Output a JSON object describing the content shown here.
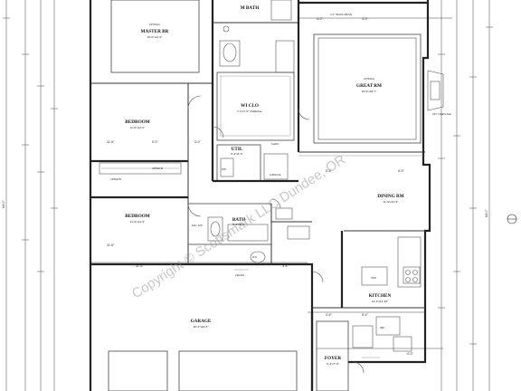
{
  "rooms": {
    "master_br": {
      "option": "OPTIONAL",
      "name": "MASTER BR",
      "dim": "15'-0\"x14'-0\""
    },
    "m_bath": {
      "name": "M BATH"
    },
    "great_rm": {
      "option": "OPTIONAL",
      "name": "GREAT RM",
      "dim": "19'-9\"x18'-7\""
    },
    "wi_clo": {
      "name": "WI CLO",
      "dim": "7'-4\"x7'-0\" OVERALL"
    },
    "bedroom1": {
      "name": "BEDROOM",
      "dim": "11'-6\"x12'-0\""
    },
    "util": {
      "name": "UTIL",
      "dim": "5'-4\"x4'-6\""
    },
    "dining_rm": {
      "name": "DINING RM",
      "dim": "11'-9\"x12'-0\""
    },
    "bedroom2": {
      "name": "BEDROOM",
      "dim": "11'-6\"x11'-4\""
    },
    "bath": {
      "name": "BATH",
      "dim": "5'-0\"x9'-0\""
    },
    "kitchen": {
      "name": "KITCHEN",
      "dim": "12'-4\"x11'-10\""
    },
    "garage": {
      "name": "GARAGE",
      "dim": "20'-4\"x23'-6\""
    },
    "foyer": {
      "name": "FOYER",
      "dim": "5'-4\"x7'-0\""
    }
  },
  "notes": {
    "ceiling": "CEILING",
    "upper_bi": "UPPER BI",
    "upper_bi2": "UPPER BI",
    "furnace": "FURNACE",
    "ref": "REF",
    "opt_fireplace": "OPT. FIREPLACE",
    "washer": "W/D",
    "water_htr": "W.H.",
    "sink": "SINK",
    "bath_fan": "EXH. FAN",
    "shelf": "SH&PL",
    "trans_above": "4'-0\" TRANS ABOVE"
  },
  "watermark": "Copyright © Scottsmark LLC Dundee, OR",
  "dimensions": {
    "overall_left": "64'-0\"",
    "overall_right": "64'-0\"",
    "top_a": "4'-0\"",
    "top_b": "3'-0\""
  },
  "colors": {
    "ink": "#222222",
    "watermark": "#9a9a9a",
    "paper": "#ffffff"
  }
}
